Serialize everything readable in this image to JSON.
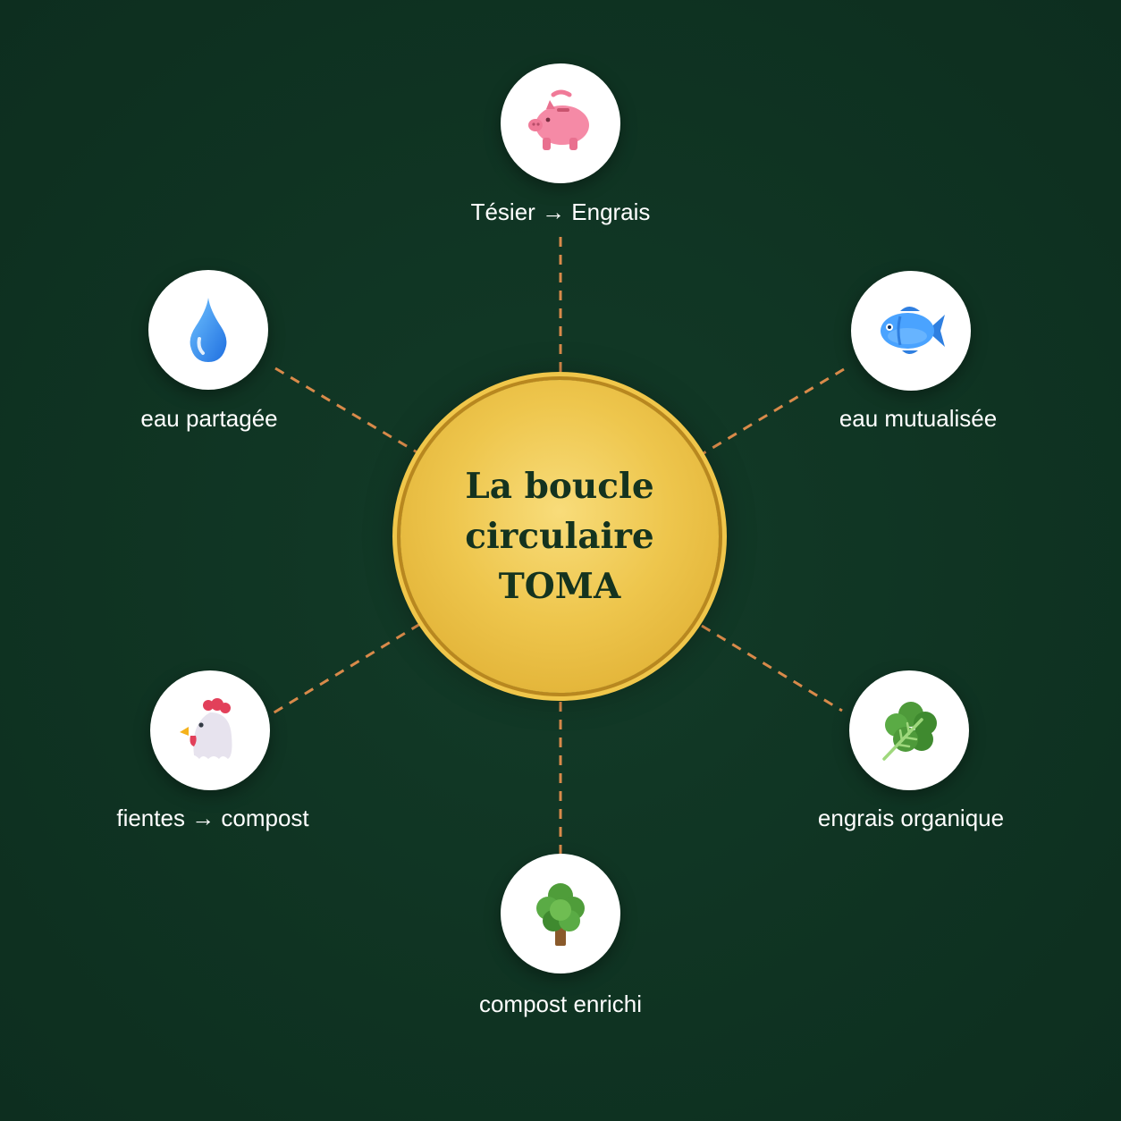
{
  "diagram": {
    "center": {
      "title": "La boucle circulaire TOMA"
    },
    "nodes": [
      {
        "label": "Tésier → Engrais",
        "icon": "piggy-bank-icon"
      },
      {
        "label": "eau mutualisée",
        "icon": "fish-icon"
      },
      {
        "label": "engrais organique",
        "icon": "leafy-green-icon"
      },
      {
        "label": "compost enrichi",
        "icon": "tree-icon"
      },
      {
        "label": "fientes → compost",
        "icon": "chicken-icon"
      },
      {
        "label": "eau partagée",
        "icon": "water-drop-icon"
      }
    ]
  },
  "colors": {
    "background": "#0f3322",
    "hub_gold": "#eec64d",
    "connector": "#d98a4a",
    "label_text": "#ffffff"
  }
}
